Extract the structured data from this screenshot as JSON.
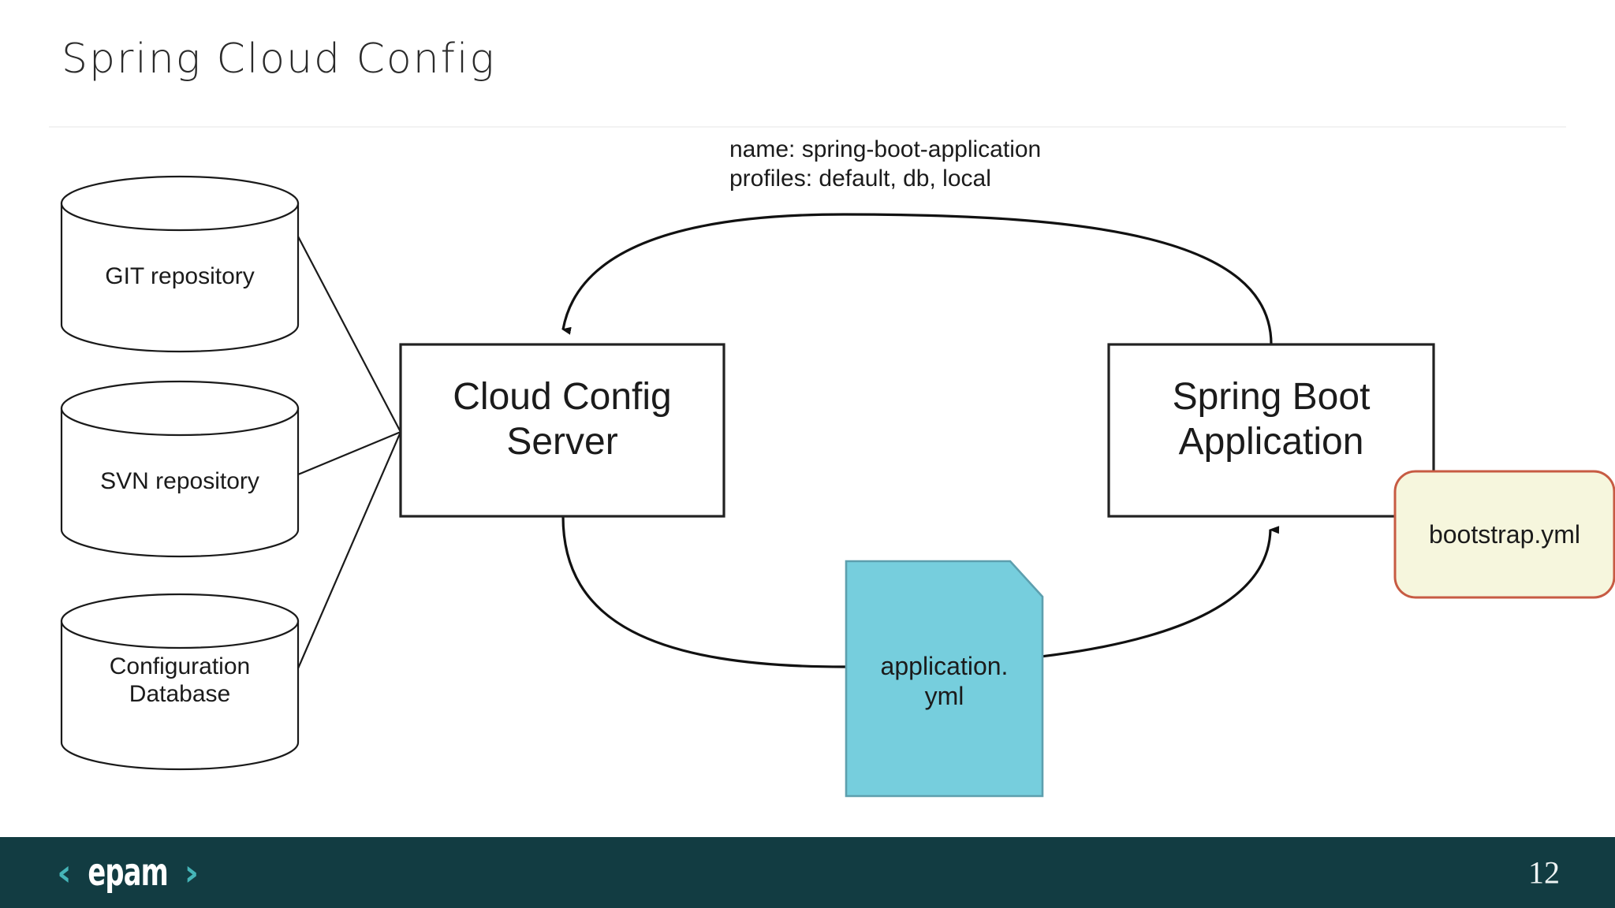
{
  "slide": {
    "title": "Spring Cloud Config",
    "page_number": "12",
    "brand": {
      "name": "epam",
      "bracket_left": "‹",
      "bracket_right": "›",
      "footer_color": "#123c42",
      "accent_color": "#45b5b8"
    }
  },
  "diagram": {
    "annotation": {
      "line1": "name: spring-boot-application",
      "line2": "profiles: default, db, local",
      "text": "name: spring-boot-application\nprofiles: default, db, local"
    },
    "sources": [
      {
        "label": "GIT repository",
        "shape": "cylinder"
      },
      {
        "label": "SVN repository",
        "shape": "cylinder"
      },
      {
        "label": "Configuration\nDatabase",
        "shape": "cylinder"
      }
    ],
    "nodes": [
      {
        "id": "config-server",
        "label": "Cloud Config\nServer",
        "shape": "rectangle",
        "fill": "#ffffff",
        "stroke": "#222222"
      },
      {
        "id": "spring-boot-app",
        "label": "Spring Boot\nApplication",
        "shape": "rectangle",
        "fill": "#ffffff",
        "stroke": "#222222"
      }
    ],
    "artifacts": [
      {
        "id": "application-yml",
        "label": "application.\nyml",
        "shape": "document",
        "fill": "#76cedd",
        "stroke": "#5d9fae"
      },
      {
        "id": "bootstrap-yml",
        "label": "bootstrap.yml",
        "shape": "rounded-rectangle",
        "fill": "#f6f6dd",
        "stroke": "#c75b43"
      }
    ],
    "edges": [
      {
        "from": "GIT repository",
        "to": "config-server",
        "style": "straight",
        "arrow": false
      },
      {
        "from": "SVN repository",
        "to": "config-server",
        "style": "straight",
        "arrow": false
      },
      {
        "from": "Configuration Database",
        "to": "config-server",
        "style": "straight",
        "arrow": false
      },
      {
        "from": "spring-boot-app",
        "to": "config-server",
        "style": "curved-top",
        "arrow": true
      },
      {
        "from": "config-server",
        "to": "spring-boot-app",
        "style": "curved-bottom",
        "arrow": true
      }
    ]
  }
}
